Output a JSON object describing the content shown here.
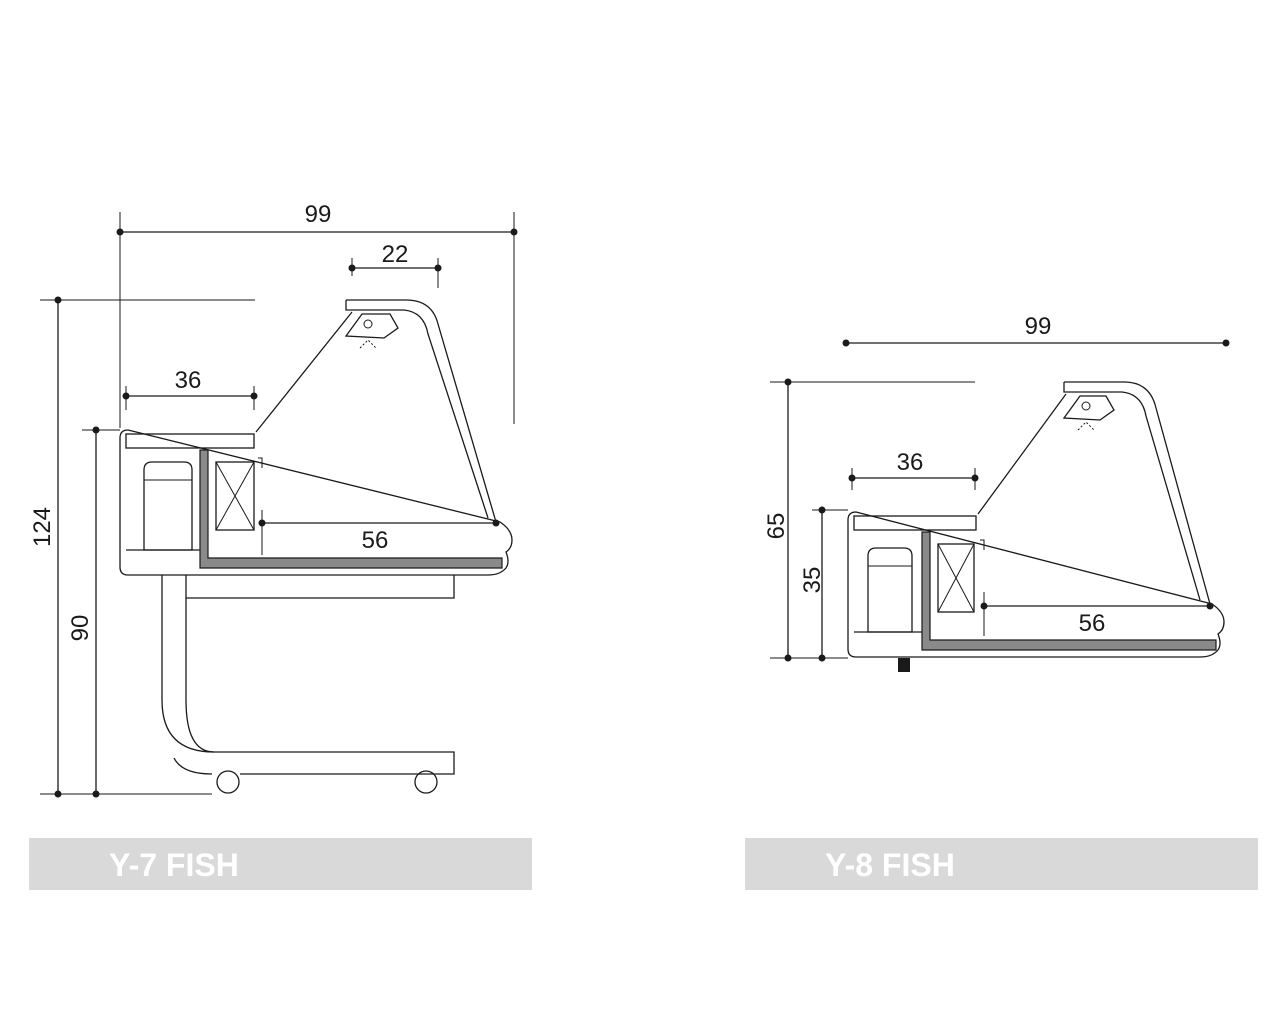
{
  "diagrams": [
    {
      "name": "Y-7 FISH",
      "dims": {
        "overall_width": "99",
        "top_width": "22",
        "inner_width": "36",
        "depth": "56",
        "total_height": "124",
        "base_height": "90"
      }
    },
    {
      "name": "Y-8 FISH",
      "dims": {
        "overall_width": "99",
        "inner_width": "36",
        "depth": "56",
        "total_height": "65",
        "base_height": "35"
      }
    }
  ]
}
